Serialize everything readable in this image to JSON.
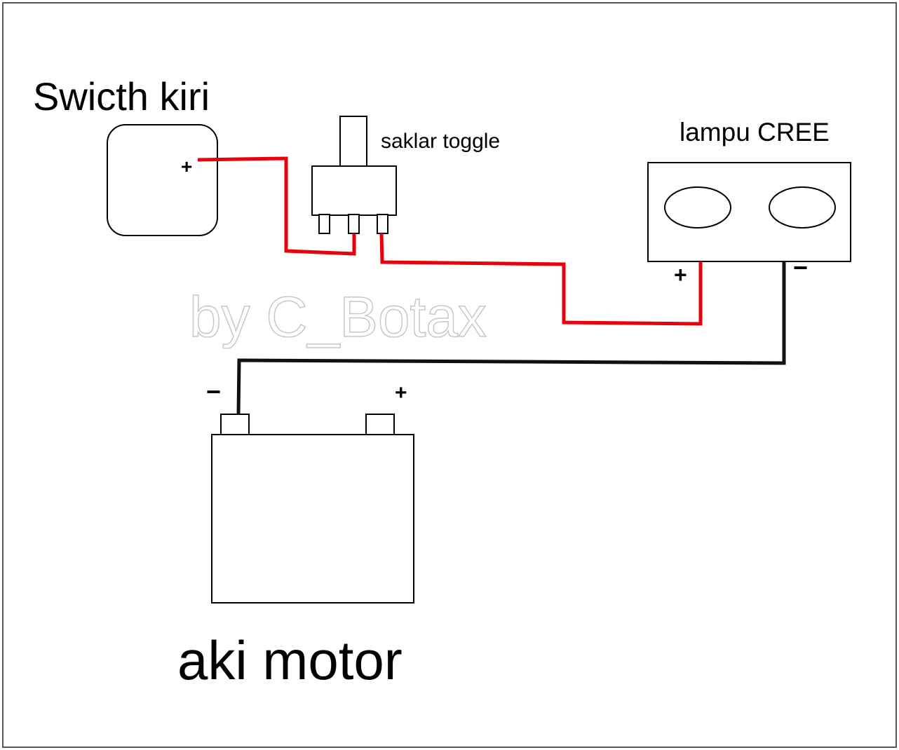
{
  "colors": {
    "positive_wire": "#e8000b",
    "ground_wire": "#111111",
    "outline": "#000000",
    "watermark_stroke": "#c8c8c8",
    "background": "#ffffff"
  },
  "labels": {
    "switch": "Swicth kiri",
    "toggle": "saklar toggle",
    "lamp": "lampu CREE",
    "battery": "aki motor",
    "watermark": "by C_Botax"
  },
  "polarity": {
    "switch_positive": "+",
    "lamp_positive": "+",
    "lamp_negative": "−",
    "battery_negative": "−",
    "battery_positive": "+"
  }
}
